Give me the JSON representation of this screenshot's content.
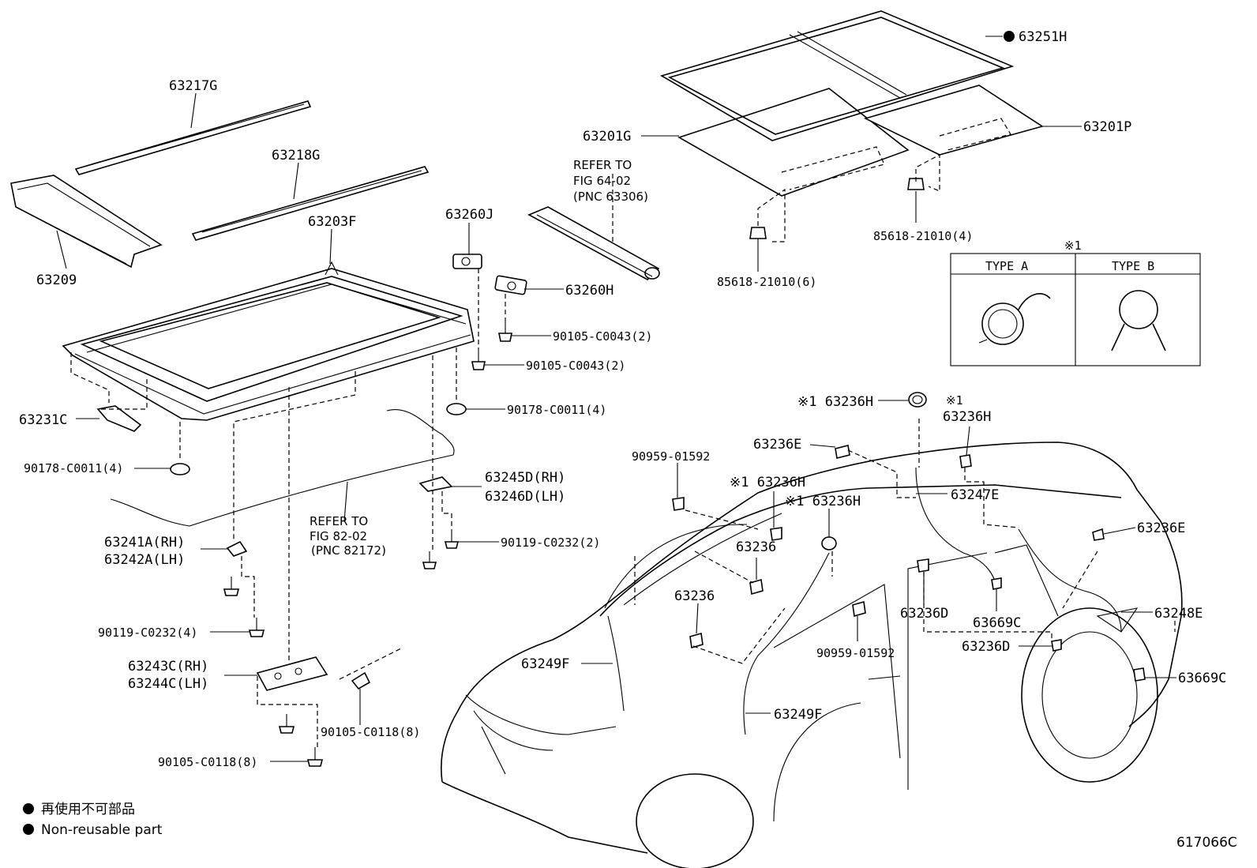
{
  "labels": {
    "p63217G": "63217G",
    "p63218G": "63218G",
    "p63209": "63209",
    "p63203F": "63203F",
    "p63260J": "63260J",
    "p63260H": "63260H",
    "p63251H": "63251H",
    "p63201G": "63201G",
    "p63201P": "63201P",
    "ref64_l1": "REFER TO",
    "ref64_l2": "FIG 64-02",
    "ref64_l3": "(PNC 63306)",
    "p85618_4": "85618-21010(4)",
    "p85618_6": "85618-21010(6)",
    "p90105_c0043_a": "90105-C0043(2)",
    "p90105_c0043_b": "90105-C0043(2)",
    "p90178_r": "90178-C0011(4)",
    "p90178_l": "90178-C0011(4)",
    "p63231C": "63231C",
    "p63245D": "63245D(RH)",
    "p63246D": "63246D(LH)",
    "p90119_r": "90119-C0232(2)",
    "p90119_l": "90119-C0232(4)",
    "ref82_l1": "REFER TO",
    "ref82_l2": "FIG 82-02",
    "ref82_l3": "(PNC 82172)",
    "p63241A": "63241A(RH)",
    "p63242A": "63242A(LH)",
    "p63243C": "63243C(RH)",
    "p63244C": "63244C(LH)",
    "p90105_c0118_r": "90105-C0118(8)",
    "p90105_c0118_l": "90105-C0118(8)",
    "p63236H_a": "※1 63236H",
    "p63236H_b_mark": "※1",
    "p63236H_b": "63236H",
    "p63236E_a": "63236E",
    "p63247E": "63247E",
    "p90959_a": "90959-01592",
    "p63236H_c": "※1 63236H",
    "p63236H_d": "※1 63236H",
    "p63236E_b": "63236E",
    "p63236_a": "63236",
    "p63236_b": "63236",
    "p63248E": "63248E",
    "p63236D_a": "63236D",
    "p63669C_a": "63669C",
    "p63236D_b": "63236D",
    "p90959_b": "90959-01592",
    "p63249F_a": "63249F",
    "p63249F_b": "63249F",
    "p63669C_b": "63669C"
  },
  "type_table": {
    "mark": "※1",
    "col_a": "TYPE A",
    "col_b": "TYPE B"
  },
  "legend": {
    "jp": "再使用不可部品",
    "en": "Non-reusable part"
  },
  "figure_id": "617066C"
}
